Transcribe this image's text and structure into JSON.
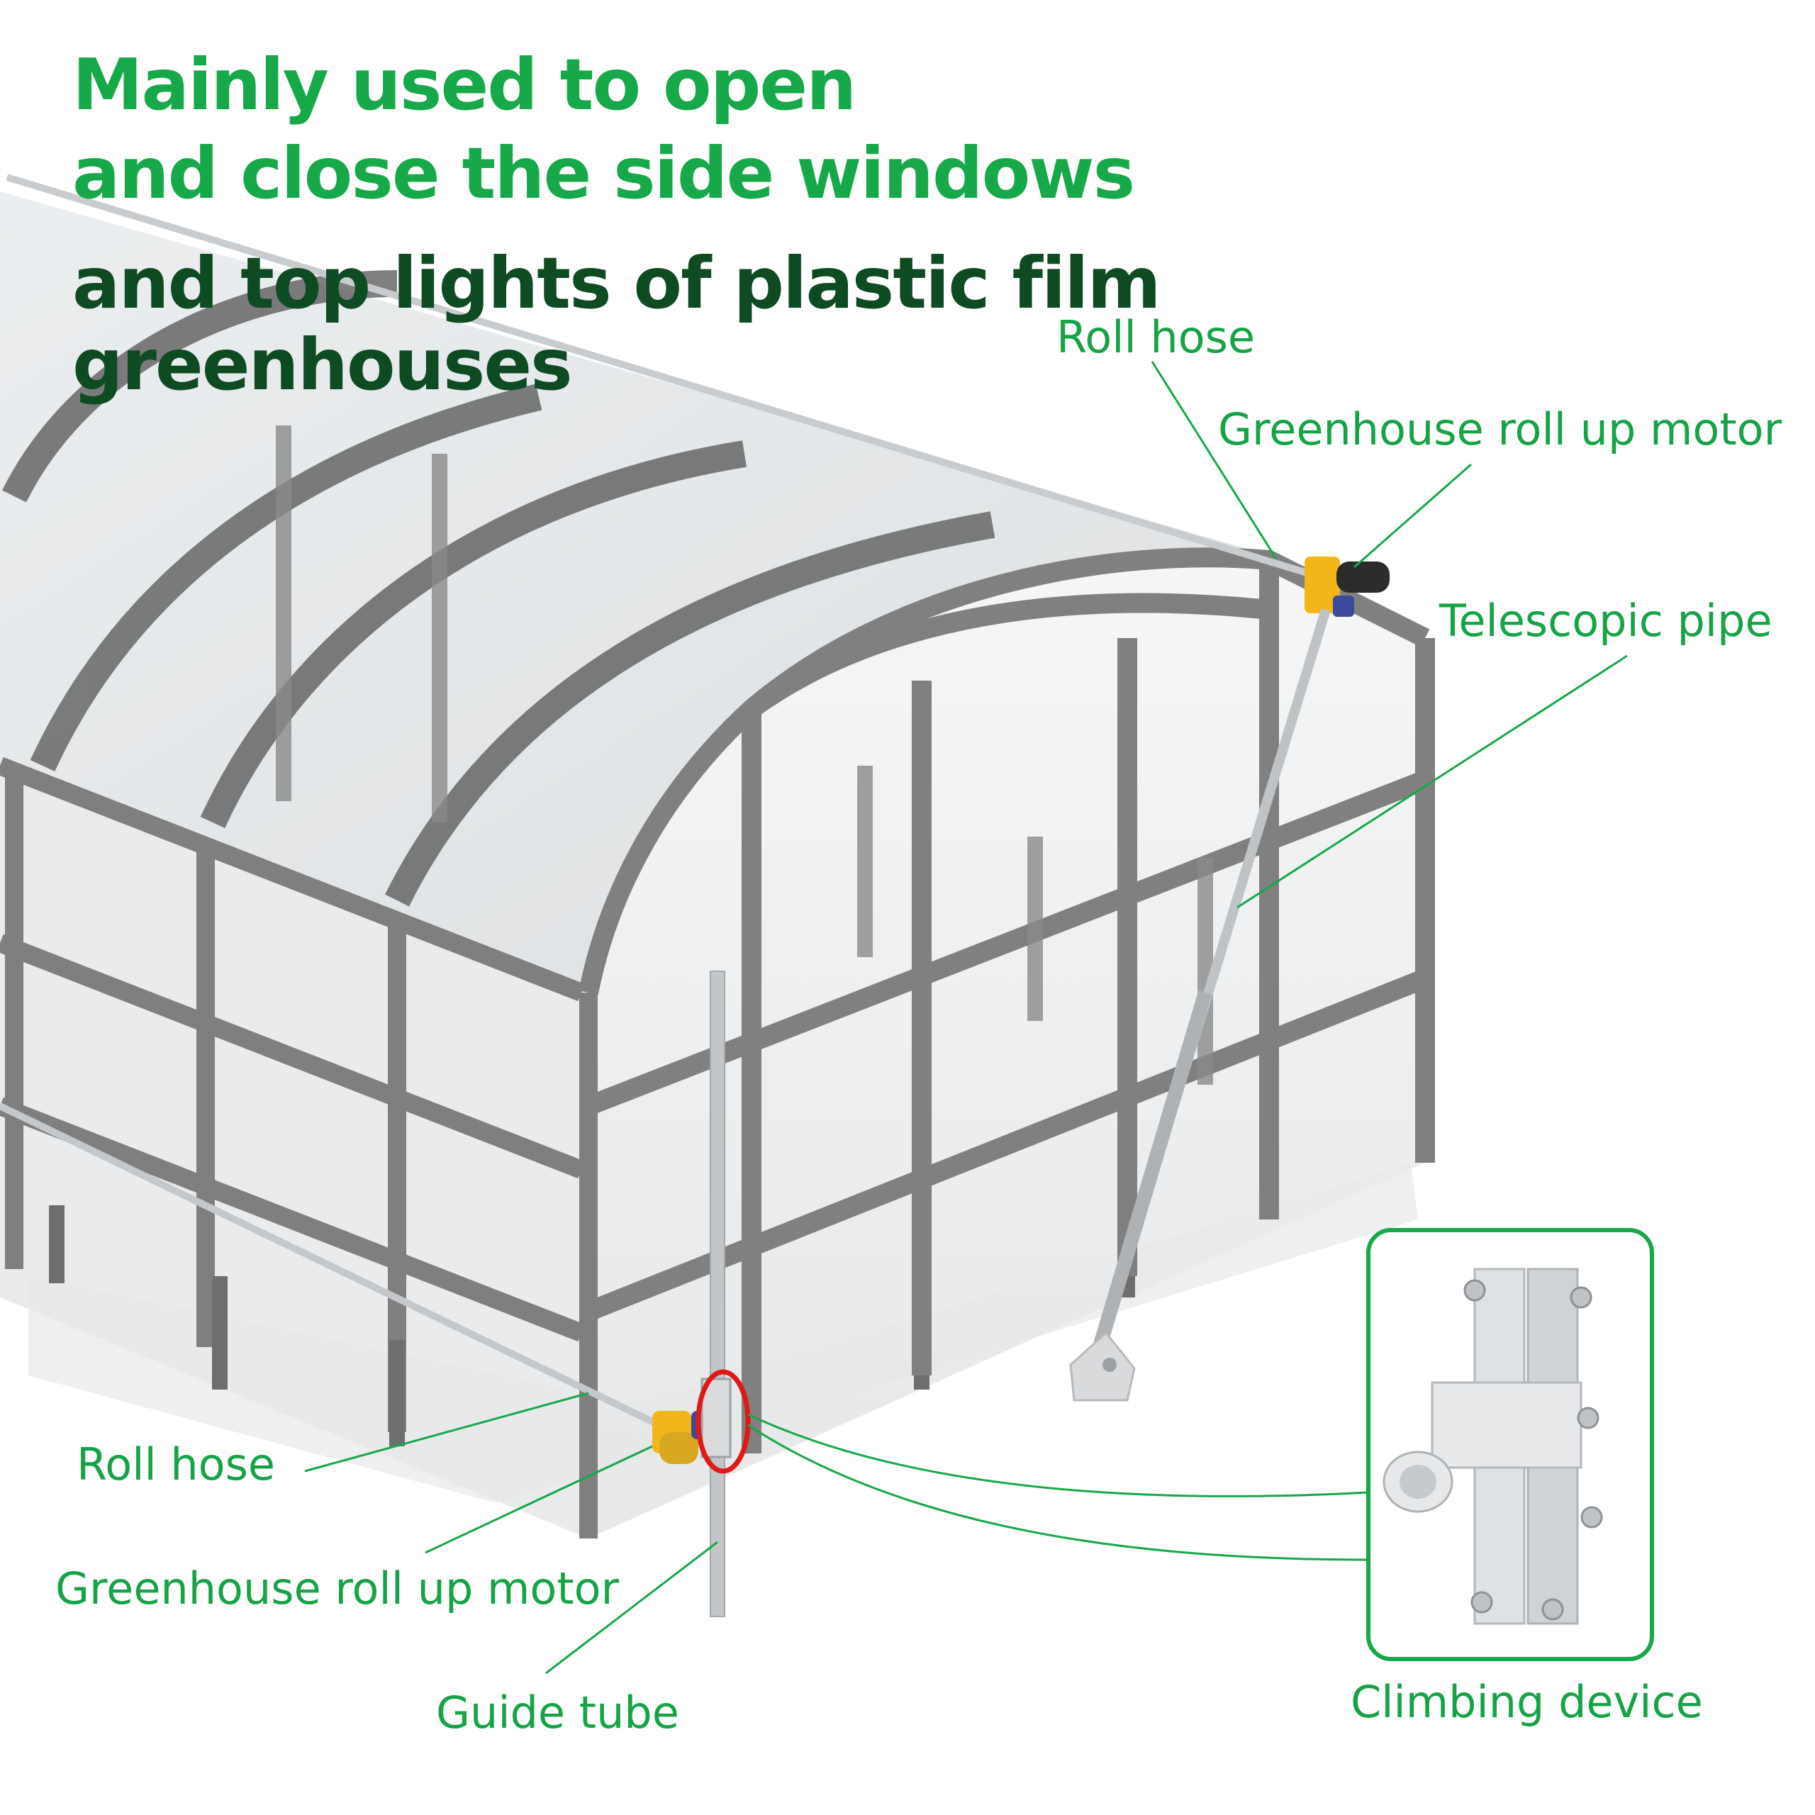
{
  "headline": {
    "line1": "Mainly used to open",
    "line2": "and close the side windows",
    "line3": "and top lights of plastic film",
    "line4": "greenhouses"
  },
  "labels": {
    "roll_hose_top": "Roll hose",
    "motor_top": "Greenhouse roll up motor",
    "telescopic_pipe": "Telescopic pipe",
    "roll_hose_bottom": "Roll hose",
    "motor_bottom": "Greenhouse roll up motor",
    "guide_tube": "Guide tube",
    "climbing_device": "Climbing device"
  },
  "colors": {
    "accent_green": "#17a84a",
    "dark_green": "#0e4a22",
    "frame_gray": "#7a7a7a",
    "highlight_red": "#e01818",
    "motor_yellow": "#f2b61b"
  }
}
